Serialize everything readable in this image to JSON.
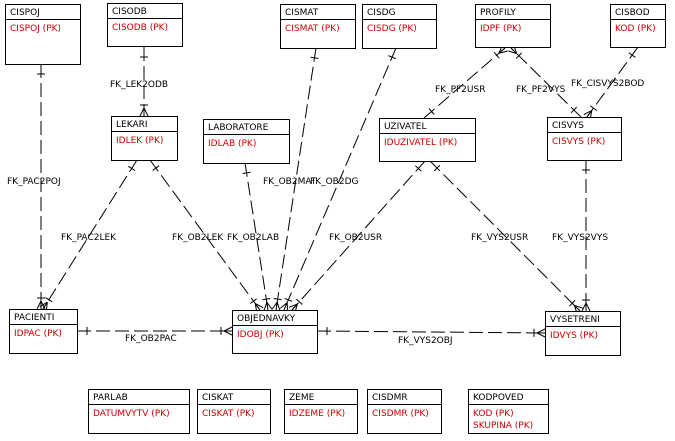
{
  "colors": {
    "entity_name": "#000000",
    "attribute": "#cc0000",
    "line": "#000000",
    "background": "#ffffff"
  },
  "entities": [
    {
      "id": "cispoj",
      "name": "CISPOJ",
      "attrs": [
        "CISPOJ (PK)"
      ]
    },
    {
      "id": "cisodb",
      "name": "CISODB",
      "attrs": [
        "CISODB (PK)"
      ]
    },
    {
      "id": "cismat",
      "name": "CISMAT",
      "attrs": [
        "CISMAT (PK)"
      ]
    },
    {
      "id": "cisdg",
      "name": "CISDG",
      "attrs": [
        "CISDG (PK)"
      ]
    },
    {
      "id": "profily",
      "name": "PROFILY",
      "attrs": [
        "IDPF (PK)"
      ]
    },
    {
      "id": "cisbod",
      "name": "CISBOD",
      "attrs": [
        "KOD (PK)"
      ]
    },
    {
      "id": "lekari",
      "name": "LEKARI",
      "attrs": [
        "IDLEK (PK)"
      ]
    },
    {
      "id": "laboratore",
      "name": "LABORATORE",
      "attrs": [
        "IDLAB (PK)"
      ]
    },
    {
      "id": "uzivatel",
      "name": "UZIVATEL",
      "attrs": [
        "IDUZIVATEL (PK)"
      ]
    },
    {
      "id": "cisvys",
      "name": "CISVYS",
      "attrs": [
        "CISVYS (PK)"
      ]
    },
    {
      "id": "pacienti",
      "name": "PACIENTI",
      "attrs": [
        "IDPAC (PK)"
      ]
    },
    {
      "id": "objednavky",
      "name": "OBJEDNAVKY",
      "attrs": [
        "IDOBJ (PK)"
      ]
    },
    {
      "id": "vysetreni",
      "name": "VYSETRENI",
      "attrs": [
        "IDVYS (PK)"
      ]
    },
    {
      "id": "parlab",
      "name": "PARLAB",
      "attrs": [
        "DATUMVYTV (PK)"
      ]
    },
    {
      "id": "ciskat",
      "name": "CISKAT",
      "attrs": [
        "CISKAT (PK)"
      ]
    },
    {
      "id": "zeme",
      "name": "ZEME",
      "attrs": [
        "IDZEME (PK)"
      ]
    },
    {
      "id": "cisdmr",
      "name": "CISDMR",
      "attrs": [
        "CISDMR (PK)"
      ]
    },
    {
      "id": "kodpoved",
      "name": "KODPOVED",
      "attrs": [
        "KOD (PK)",
        "SKUPINA (PK)"
      ]
    }
  ],
  "relationships": [
    {
      "id": "fk-lek2odb",
      "label": "FK_LEK2ODB",
      "parent": "cisodb",
      "child": "lekari"
    },
    {
      "id": "fk-pac2poj",
      "label": "FK_PAC2POJ",
      "parent": "cispoj",
      "child": "pacienti"
    },
    {
      "id": "fk-pac2lek",
      "label": "FK_PAC2LEK",
      "parent": "lekari",
      "child": "pacienti"
    },
    {
      "id": "fk-ob2lek",
      "label": "FK_OB2LEK",
      "parent": "lekari",
      "child": "objednavky"
    },
    {
      "id": "fk-ob2lab",
      "label": "FK_OB2LAB",
      "parent": "laboratore",
      "child": "objednavky"
    },
    {
      "id": "fk-ob2mat",
      "label": "FK_OB2MAT",
      "parent": "cismat",
      "child": "objednavky"
    },
    {
      "id": "fk-ob2dg",
      "label": "FK_OB2DG",
      "parent": "cisdg",
      "child": "objednavky"
    },
    {
      "id": "fk-ob2usr",
      "label": "FK_OB2USR",
      "parent": "uzivatel",
      "child": "objednavky"
    },
    {
      "id": "fk-pf2usr",
      "label": "FK_PF2USR",
      "parent": "uzivatel",
      "child": "profily"
    },
    {
      "id": "fk-pf2vys",
      "label": "FK_PF2VYS",
      "parent": "cisvys",
      "child": "profily"
    },
    {
      "id": "fk-cisvys2bod",
      "label": "FK_CISVYS2BOD",
      "parent": "cisbod",
      "child": "cisvys"
    },
    {
      "id": "fk-vys2usr",
      "label": "FK_VYS2USR",
      "parent": "uzivatel",
      "child": "vysetreni"
    },
    {
      "id": "fk-vys2vys",
      "label": "FK_VYS2VYS",
      "parent": "cisvys",
      "child": "vysetreni"
    },
    {
      "id": "fk-ob2pac",
      "label": "FK_OB2PAC",
      "parent": "pacienti",
      "child": "objednavky"
    },
    {
      "id": "fk-vys2obj",
      "label": "FK_VYS2OBJ",
      "parent": "objednavky",
      "child": "vysetreni"
    }
  ]
}
